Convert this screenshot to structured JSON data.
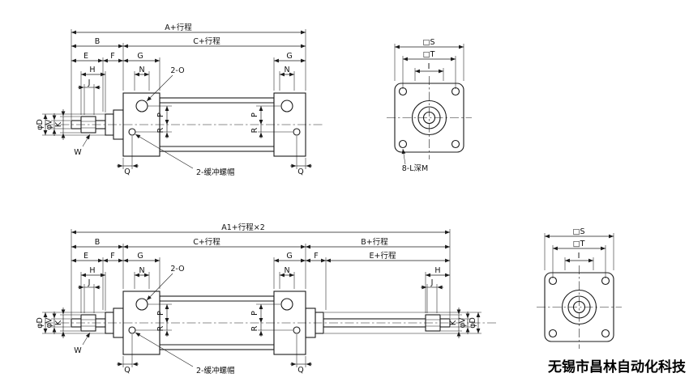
{
  "company_name": "无锡市昌林自动化科技",
  "colors": {
    "line": "#1a1a1a",
    "background": "#ffffff",
    "text": "#111111"
  },
  "labels": {
    "a_stroke": "A+行程",
    "a1_stroke": "A1+行程×2",
    "b": "B",
    "b_stroke": "B+行程",
    "c_stroke": "C+行程",
    "e": "E",
    "e_stroke": "E+行程",
    "f": "F",
    "g": "G",
    "h": "H",
    "i": "I",
    "j": "J",
    "k": "K",
    "n": "N",
    "p": "P",
    "q": "Q",
    "r": "R",
    "w": "W",
    "phi_d": "φD",
    "phi_v": "φV",
    "square_s": "□S",
    "square_t": "□T",
    "ports": "2-O",
    "cushion_caps": "2-缓冲螺帽",
    "corner_thread": "8-L深M"
  }
}
